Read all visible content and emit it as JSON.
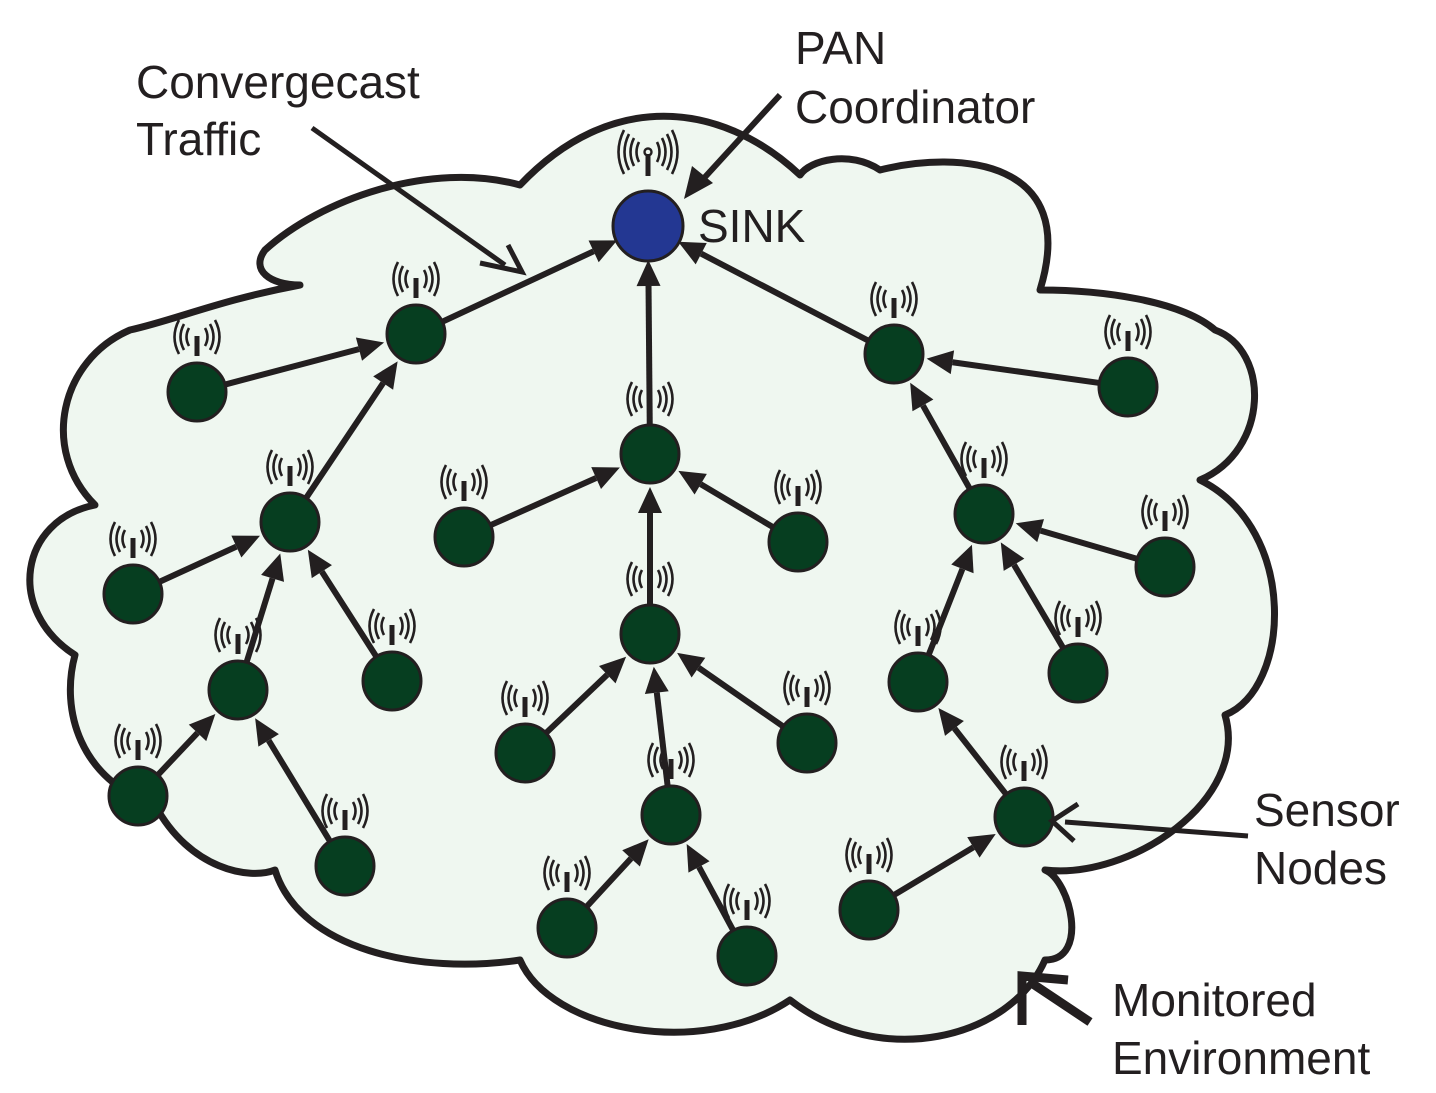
{
  "labels": {
    "convergecast_line1": "Convergecast",
    "convergecast_line2": "Traffic",
    "pan_line1": "PAN",
    "pan_line2": "Coordinator",
    "sink": "SINK",
    "sensor_line1": "Sensor",
    "sensor_line2": "Nodes",
    "monitored_line1": "Monitored",
    "monitored_line2": "Environment"
  },
  "colors": {
    "environment_fill": "#eff7f0",
    "outline": "#231f20",
    "sensor_node": "#063e20",
    "sink_node": "#233792"
  },
  "icons": {
    "antenna": "antenna-icon",
    "sink_broadcast": "broadcast-antenna-icon"
  }
}
